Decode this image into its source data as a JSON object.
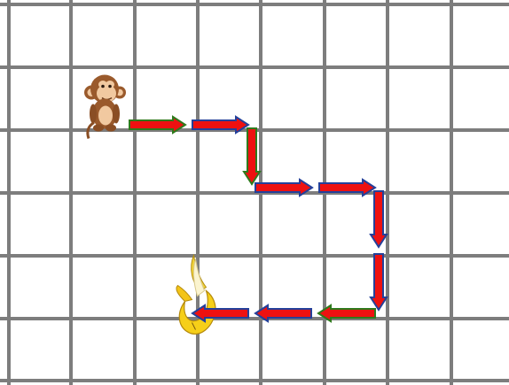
{
  "grid": {
    "columns": 8,
    "rows": 6,
    "line_color": "#7d7d7d",
    "background": "#ffffff"
  },
  "monkey": {
    "icon": "monkey-icon",
    "cell": {
      "col": 1,
      "row": 1
    }
  },
  "banana": {
    "icon": "banana-icon",
    "cell": {
      "col": 2,
      "row": 4
    }
  },
  "path": {
    "arrow_fill": "#ee1111",
    "arrow_outlines": [
      "#2f7a1c",
      "#24409a"
    ],
    "moves": [
      {
        "direction": "right",
        "outline": "green"
      },
      {
        "direction": "right",
        "outline": "blue"
      },
      {
        "direction": "down",
        "outline": "green"
      },
      {
        "direction": "right",
        "outline": "blue"
      },
      {
        "direction": "right",
        "outline": "blue"
      },
      {
        "direction": "down",
        "outline": "blue"
      },
      {
        "direction": "down",
        "outline": "blue"
      },
      {
        "direction": "left",
        "outline": "green"
      },
      {
        "direction": "left",
        "outline": "blue"
      },
      {
        "direction": "left",
        "outline": "blue"
      }
    ]
  }
}
